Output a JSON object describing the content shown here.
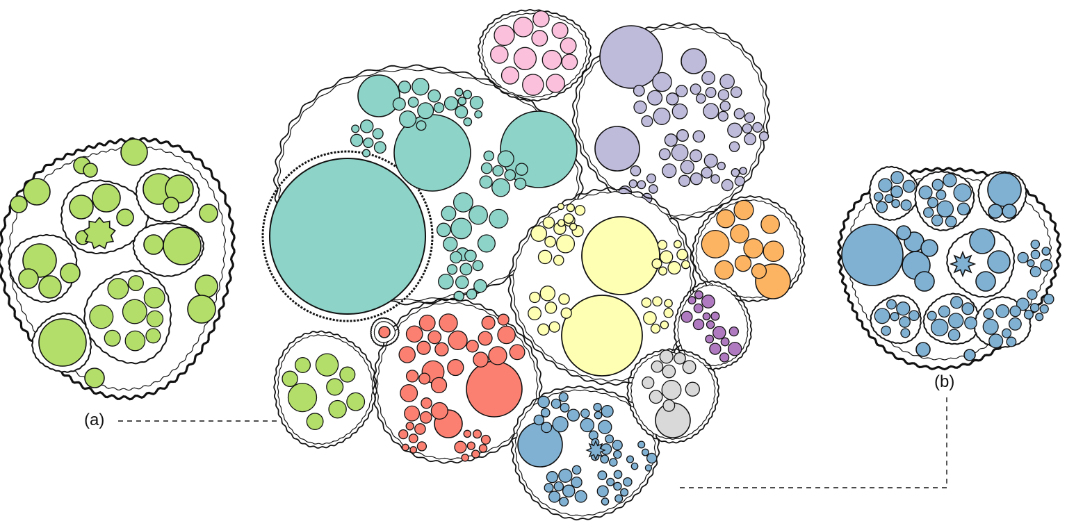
{
  "figure": {
    "labels": {
      "a": "(a)",
      "b": "(b)"
    },
    "palette": {
      "teal": "#8dd3c7",
      "lavender": "#bebada",
      "pink": "#fbc0dc",
      "yellow": "#ffffb3",
      "orange": "#fdb462",
      "purple": "#b07ac0",
      "salmon": "#fb8072",
      "green": "#b3de69",
      "blue": "#80b1d3",
      "gray": "#d9d9d9",
      "outline": "#111111"
    },
    "groups": [
      {
        "id": "teal",
        "color": "teal"
      },
      {
        "id": "lavender",
        "color": "lavender"
      },
      {
        "id": "pink",
        "color": "pink"
      },
      {
        "id": "yellow",
        "color": "yellow"
      },
      {
        "id": "orange",
        "color": "orange"
      },
      {
        "id": "purple",
        "color": "purple"
      },
      {
        "id": "salmon",
        "color": "salmon"
      },
      {
        "id": "green",
        "color": "green"
      },
      {
        "id": "blue",
        "color": "blue"
      },
      {
        "id": "gray",
        "color": "gray"
      }
    ]
  }
}
